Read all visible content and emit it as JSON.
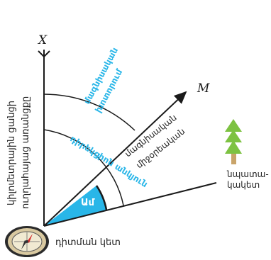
{
  "axis_labels": {
    "x_axis": "X",
    "m_axis": "M"
  },
  "labels": {
    "meridian_left_line1": "կիլոմետրային ցանցի",
    "meridian_left_line2": "ուղղահայաց առանցքը",
    "magnetic_meridian_line1": "մագնիսական",
    "magnetic_meridian_line2": "միջօրեական",
    "magnetic_declination_line1": "մագնիսական",
    "magnetic_declination_line2": "խոտորում",
    "directional_angle": "դիրեկցիոն անկյուն",
    "azimuth": "Ամ",
    "landmark_line1": "նպատա-",
    "landmark_line2": "կակետ",
    "station_point": "դիտման կետ"
  },
  "colors": {
    "accent": "#29b6e8",
    "tree": "#7dc242",
    "trunk": "#c9a46a",
    "azimuth_fill": "#29b6e8",
    "line": "#1a1a1a"
  },
  "icons": {
    "compass": "compass-icon",
    "tree": "tree-icon"
  }
}
